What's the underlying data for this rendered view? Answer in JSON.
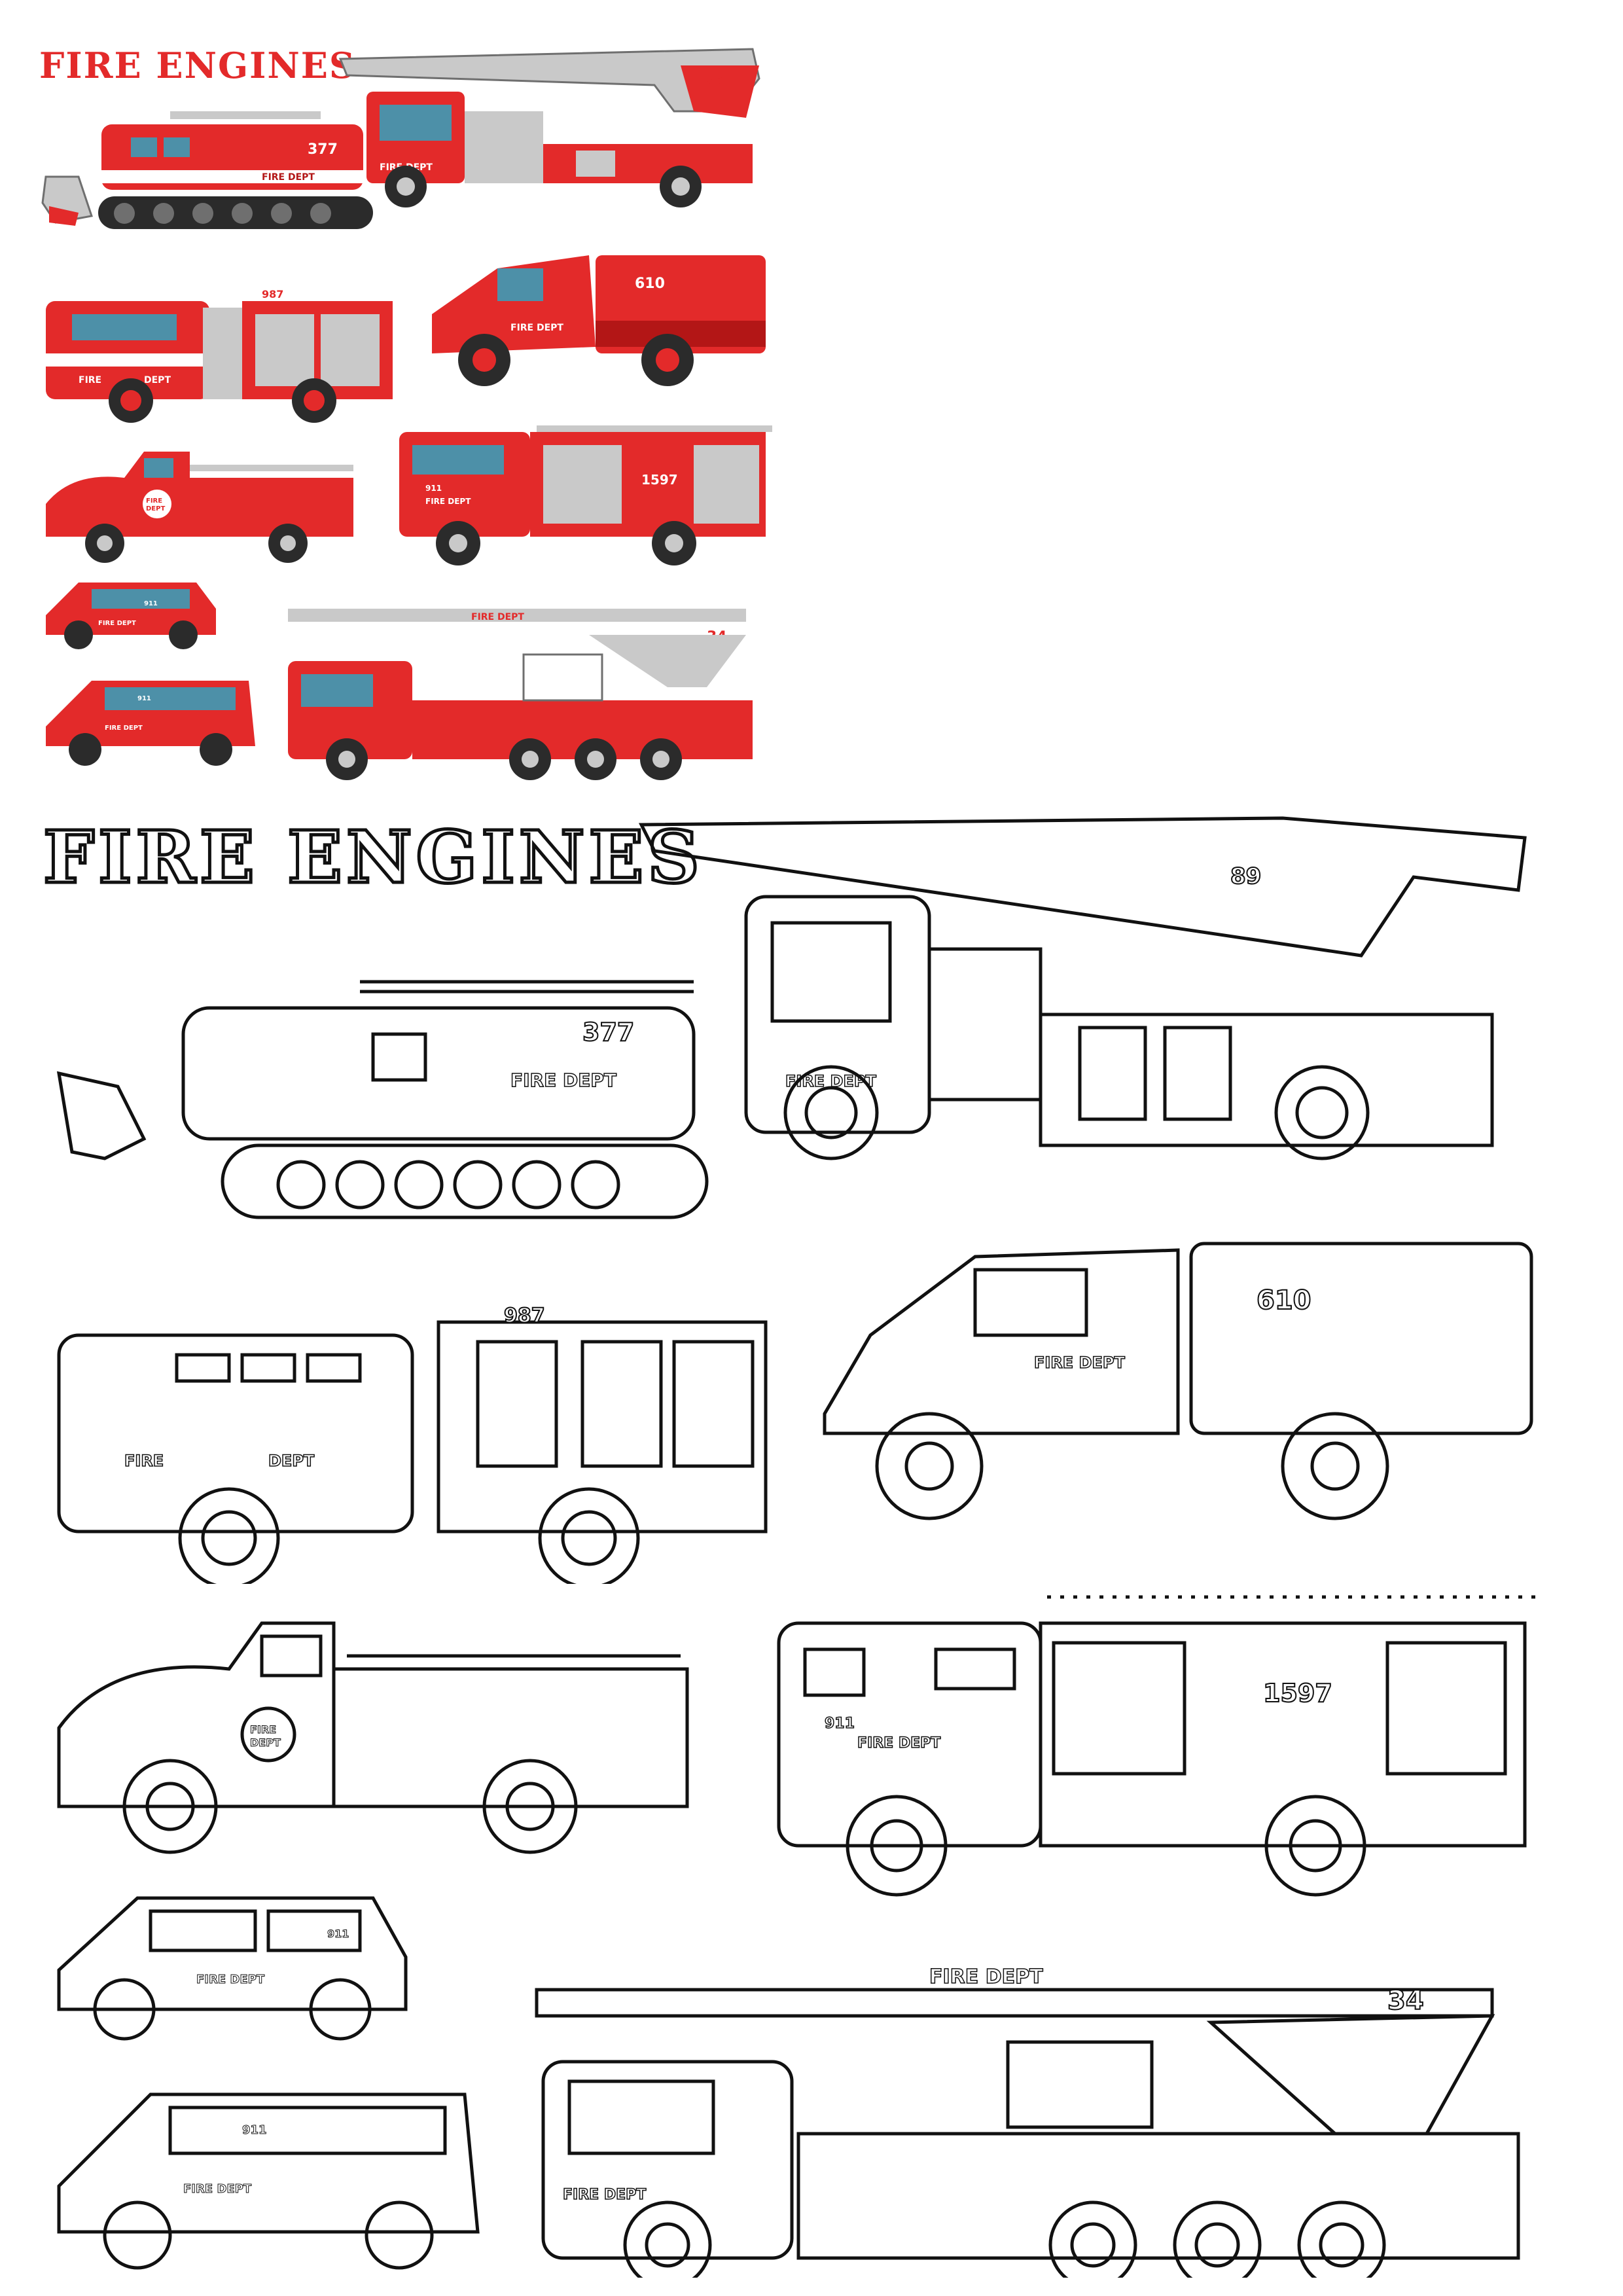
{
  "title_color": "FIRE ENGINES",
  "title_outline": "FIRE ENGINES",
  "colors": {
    "fire_red": "#e32a2a",
    "dark_red": "#b31616",
    "white": "#ffffff",
    "grey": "#c9c9c9",
    "dark_grey": "#6f6f6f",
    "tire": "#2b2b2b",
    "window": "#4d90a8",
    "outline": "#111111"
  },
  "labels": {
    "dept": "FIRE DEPT",
    "fire": "FIRE",
    "dept_short": "DEPT",
    "n377": "377",
    "n89": "89",
    "n987": "987",
    "n610": "610",
    "n911": "911",
    "n1597": "1597",
    "n34": "34"
  },
  "icons": {
    "tracked": "tracked-fire-vehicle-icon",
    "ladder": "aerial-ladder-truck-icon",
    "pumper": "pumper-engine-icon",
    "wildland": "wildland-engine-icon",
    "classic": "classic-fire-truck-icon",
    "rescue": "rescue-truck-icon",
    "suv": "fire-chief-suv-icon",
    "van": "fire-van-icon",
    "platform": "aerial-platform-truck-icon"
  }
}
